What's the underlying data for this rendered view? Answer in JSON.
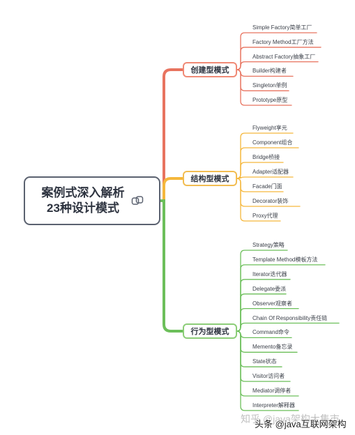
{
  "root": {
    "line1": "案例式深入解析",
    "line2": "23种设计模式",
    "icon": "link-icon"
  },
  "categories": [
    {
      "label": "创建型模式",
      "color": "#e8735f",
      "items": [
        "Simple Factory简单工厂",
        "Factory Method工厂方法",
        "Abstract Factory抽象工厂",
        "Builder构建者",
        "Singleton单例",
        "Prototype原型"
      ]
    },
    {
      "label": "结构型模式",
      "color": "#f5b73c",
      "items": [
        "Flyweight享元",
        "Component组合",
        "Bridge桥接",
        "Adapter适配器",
        "Facade门面",
        "Decorator装饰",
        "Proxy代理"
      ]
    },
    {
      "label": "行为型模式",
      "color": "#6cbf5a",
      "items": [
        "Strategy策略",
        "Template Method模板方法",
        "Iterator迭代器",
        "Delegate委派",
        "Observer观察者",
        "Chain Of Responsibility责任链",
        "Command命令",
        "Memento备忘录",
        "State状态",
        "Visitor访问者",
        "Mediator调停者",
        "Interpreter解释器"
      ]
    }
  ],
  "watermarks": {
    "zhihu": "知乎 @java架构大集市",
    "toutiao": "头条 @java互联网架构"
  }
}
